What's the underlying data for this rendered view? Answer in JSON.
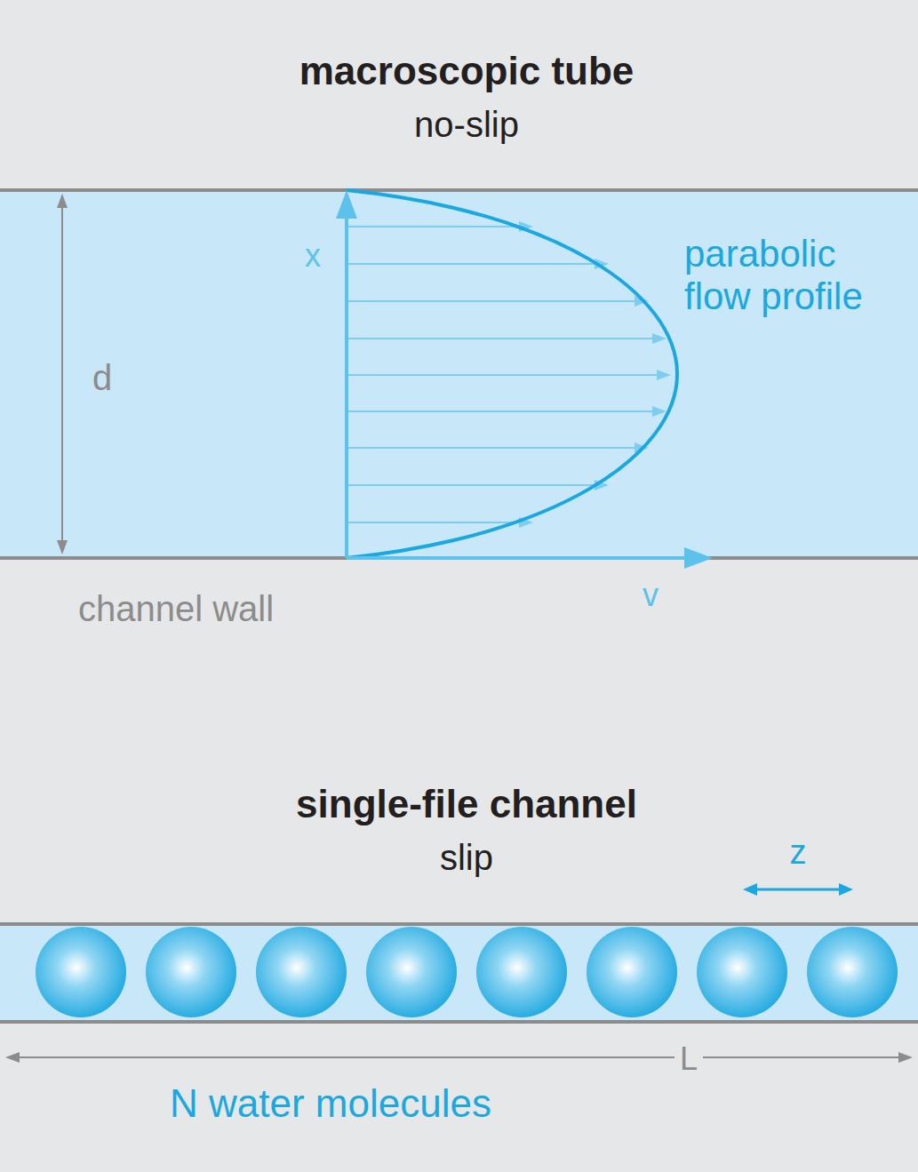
{
  "diagram": {
    "labels": [
      "macroscopic tube",
      "no-slip",
      "x",
      "parabolic flow profile",
      "d",
      "channel wall",
      "v",
      "single-file channel",
      "slip",
      "z",
      "L",
      "N water molecules"
    ]
  }
}
